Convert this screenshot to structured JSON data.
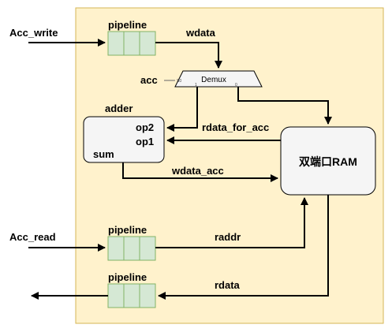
{
  "inputs": {
    "acc_write": "Acc_write",
    "acc_read": "Acc_read",
    "acc": "acc"
  },
  "pipelines": {
    "write": "pipeline",
    "read": "pipeline",
    "rdata": "pipeline"
  },
  "demux": {
    "label": "Demux",
    "sel_pin": "S0",
    "out1_pin": "1",
    "out0_pin": "0"
  },
  "adder": {
    "title": "adder",
    "op2": "op2",
    "op1": "op1",
    "sum": "sum"
  },
  "ram": {
    "label": "双端口RAM"
  },
  "signals": {
    "wdata": "wdata",
    "rdata_for_acc": "rdata_for_acc",
    "wdata_acc": "wdata_acc",
    "raddr": "raddr",
    "rdata": "rdata"
  },
  "colors": {
    "module_fill": "#fff2cc",
    "module_stroke": "#d6b656",
    "pipeline_fill": "#d5e8d4",
    "pipeline_stroke": "#82b366",
    "block_fill": "#f5f5f5",
    "block_stroke": "#000000",
    "demux_fill": "#f5f5f5"
  }
}
